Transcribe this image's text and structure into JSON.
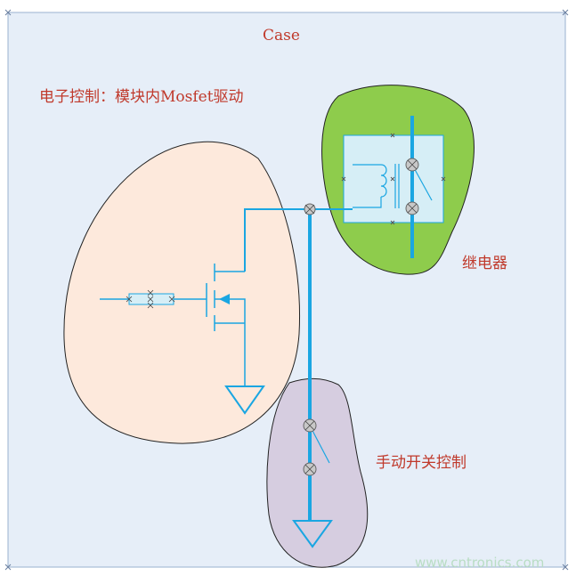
{
  "labels": {
    "case": "Case",
    "mosfet_region": "电子控制：模块内Mosfet驱动",
    "relay_region": "继电器",
    "manual_region": "手动开关控制"
  },
  "watermark": "www.cntronics.com",
  "colors": {
    "canvas_bg": "#e6eef8",
    "canvas_border": "#9ab2cf",
    "mosfet_region_fill": "#fde9dc",
    "relay_region_fill": "#8ecc4c",
    "relay_box_fill": "#d6eef6",
    "manual_region_fill": "#d6cde0",
    "wire": "#1aa6e2",
    "label_text": "#c0392b",
    "watermark_text": "#b9ddc4"
  }
}
